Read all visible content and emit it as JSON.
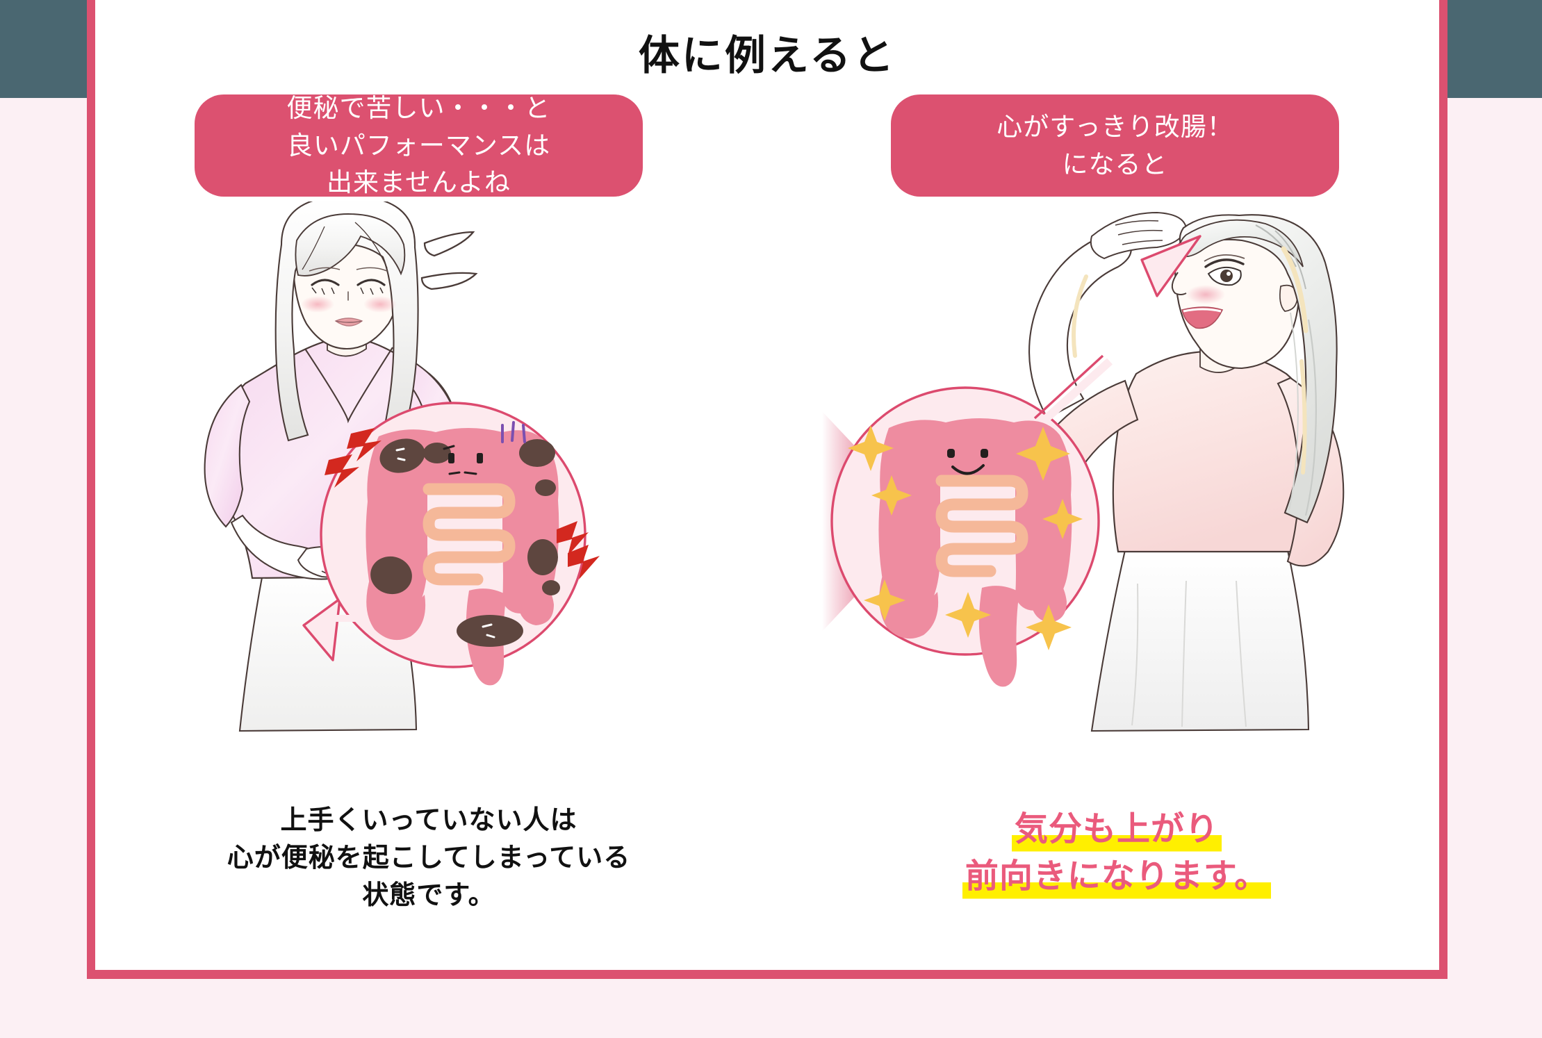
{
  "page": {
    "title": "体に例えると",
    "colors": {
      "frame_border": "#dc5170",
      "page_background": "#fcf0f4",
      "top_band": "#4a6771",
      "label_background": "#dc5170",
      "label_text": "#ffffff",
      "caption_left_text": "#111111",
      "caption_right_text": "#ea5a7c",
      "highlighter": "#ffef00",
      "bubble_fill": "#fdeaee",
      "bubble_stroke": "#dc4a6e",
      "intestine_pink": "#ee8ca0",
      "intestine_inner": "#f5b899",
      "blockage_brown": "#5e463f",
      "anger_red": "#d3281f",
      "frustration_purple": "#7b4fb0",
      "sparkle_yellow": "#f7c34c"
    }
  },
  "left_panel": {
    "label_lines": [
      "便秘で苦しい・・・と",
      "良いパフォーマンスは",
      "出来ませんよね"
    ],
    "caption_lines": [
      "上手くいっていない人は",
      "心が便秘を起こしてしまっている",
      "状態です。"
    ],
    "illustration": {
      "person": "distressed-woman-holding-stomach",
      "bubble": "sad-constipated-intestine",
      "markers": [
        "sweat-drop",
        "anger-bolt",
        "frustration-lines"
      ]
    }
  },
  "right_panel": {
    "label_lines": [
      "心がすっきり改腸！",
      "になると"
    ],
    "caption_lines": [
      "気分も上がり",
      "前向きになります。"
    ],
    "illustration": {
      "person": "happy-woman-looking-ahead",
      "bubble": "happy-healthy-intestine",
      "markers": [
        "sparkle"
      ]
    }
  },
  "arrow": {
    "direction": "right",
    "meaning": "transformation-from-left-to-right"
  }
}
